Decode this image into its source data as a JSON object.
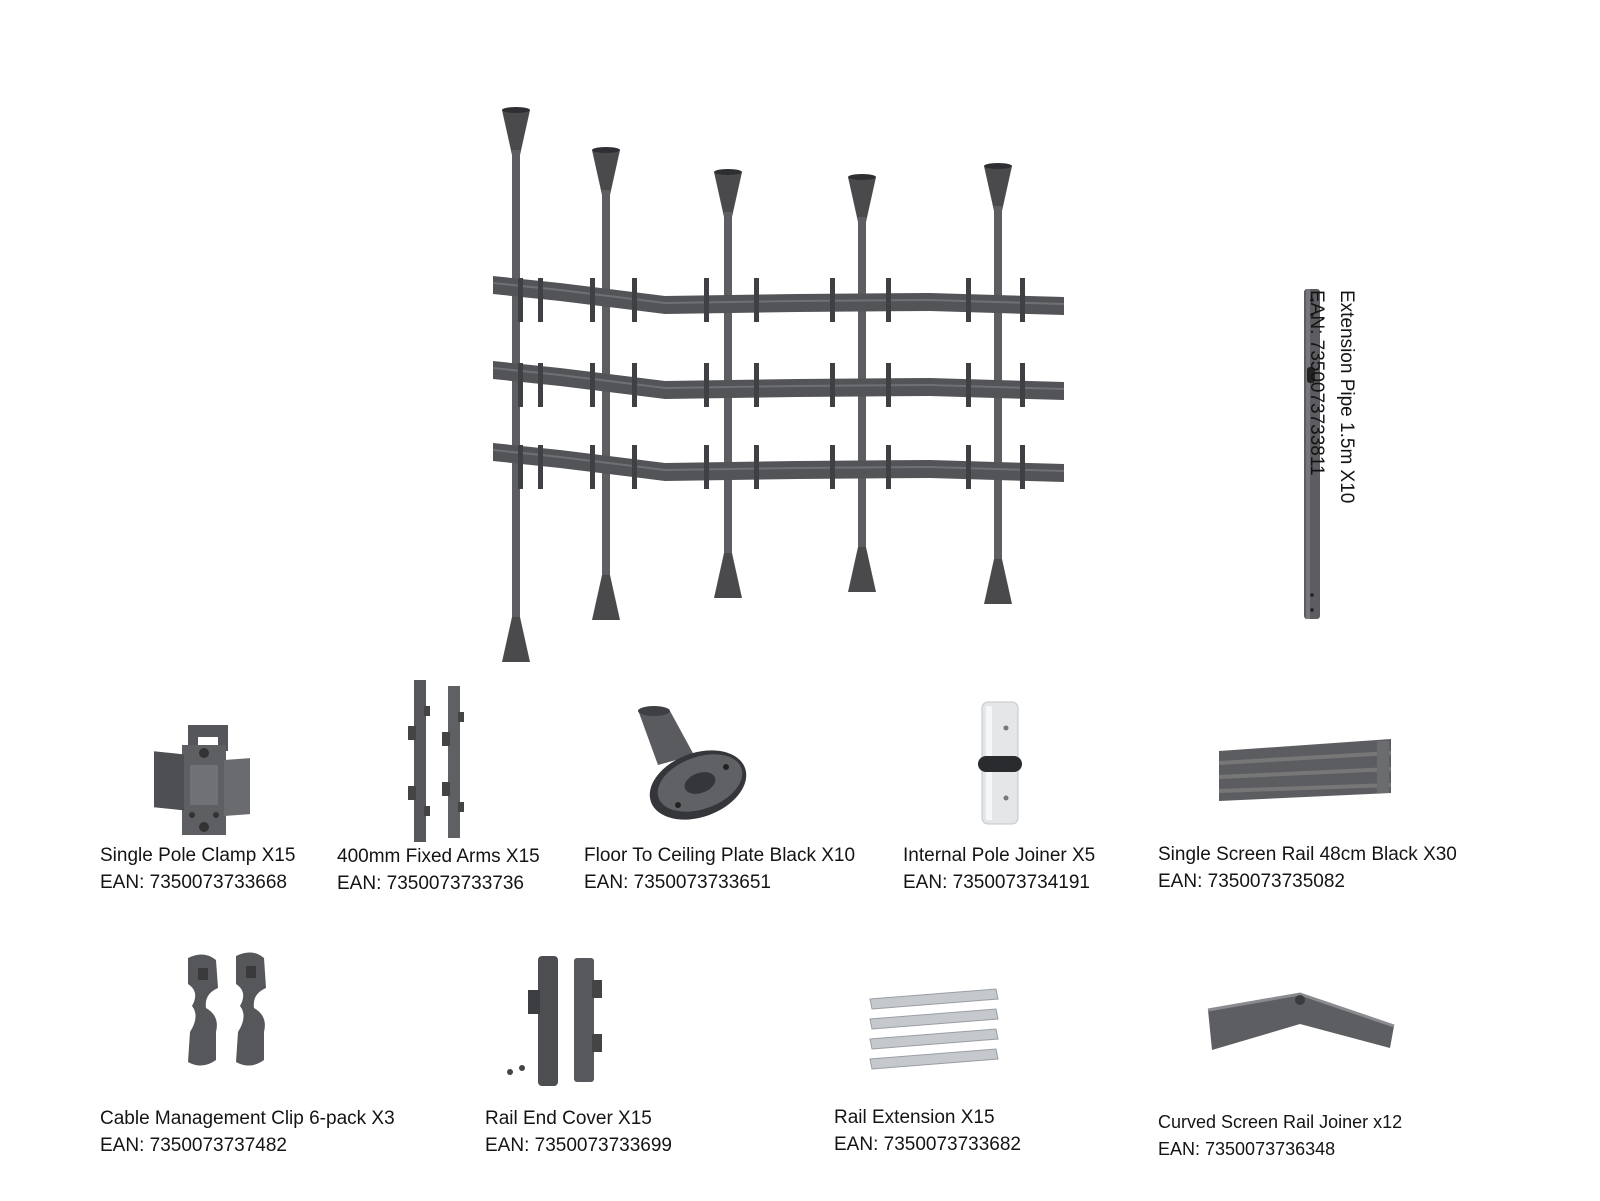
{
  "main_assembly": {
    "icon": "video-wall-assembly-illustration"
  },
  "extension_pipe": {
    "icon": "extension-pipe-illustration",
    "name": "Extension Pipe 1.5m X10",
    "ean": "EAN: 7350073733811"
  },
  "parts": [
    {
      "icon": "pole-clamp-icon",
      "name": "Single Pole Clamp X15",
      "ean": "EAN: 7350073733668"
    },
    {
      "icon": "fixed-arms-icon",
      "name": "400mm Fixed Arms X15",
      "ean": "EAN: 7350073733736"
    },
    {
      "icon": "ceiling-plate-icon",
      "name": "Floor To Ceiling Plate Black X10",
      "ean": "EAN: 7350073733651"
    },
    {
      "icon": "pole-joiner-icon",
      "name": "Internal Pole Joiner X5",
      "ean": "EAN: 7350073734191"
    },
    {
      "icon": "screen-rail-icon",
      "name": "Single Screen Rail 48cm Black X30",
      "ean": "EAN: 7350073735082"
    },
    {
      "icon": "cable-clip-icon",
      "name": "Cable Management Clip 6-pack X3",
      "ean": "EAN: 7350073737482"
    },
    {
      "icon": "rail-end-cover-icon",
      "name": "Rail End Cover X15",
      "ean": "EAN: 7350073733699"
    },
    {
      "icon": "rail-extension-icon",
      "name": "Rail Extension X15",
      "ean": "EAN: 7350073733682"
    },
    {
      "icon": "curved-rail-joiner-icon",
      "name": "Curved Screen Rail Joiner x12",
      "ean": "EAN: 7350073736348"
    }
  ],
  "colors": {
    "metal_dark": "#4a4a4d",
    "metal_mid": "#606064",
    "silver": "#c4c7cc",
    "white_plastic": "#e8eaec"
  }
}
